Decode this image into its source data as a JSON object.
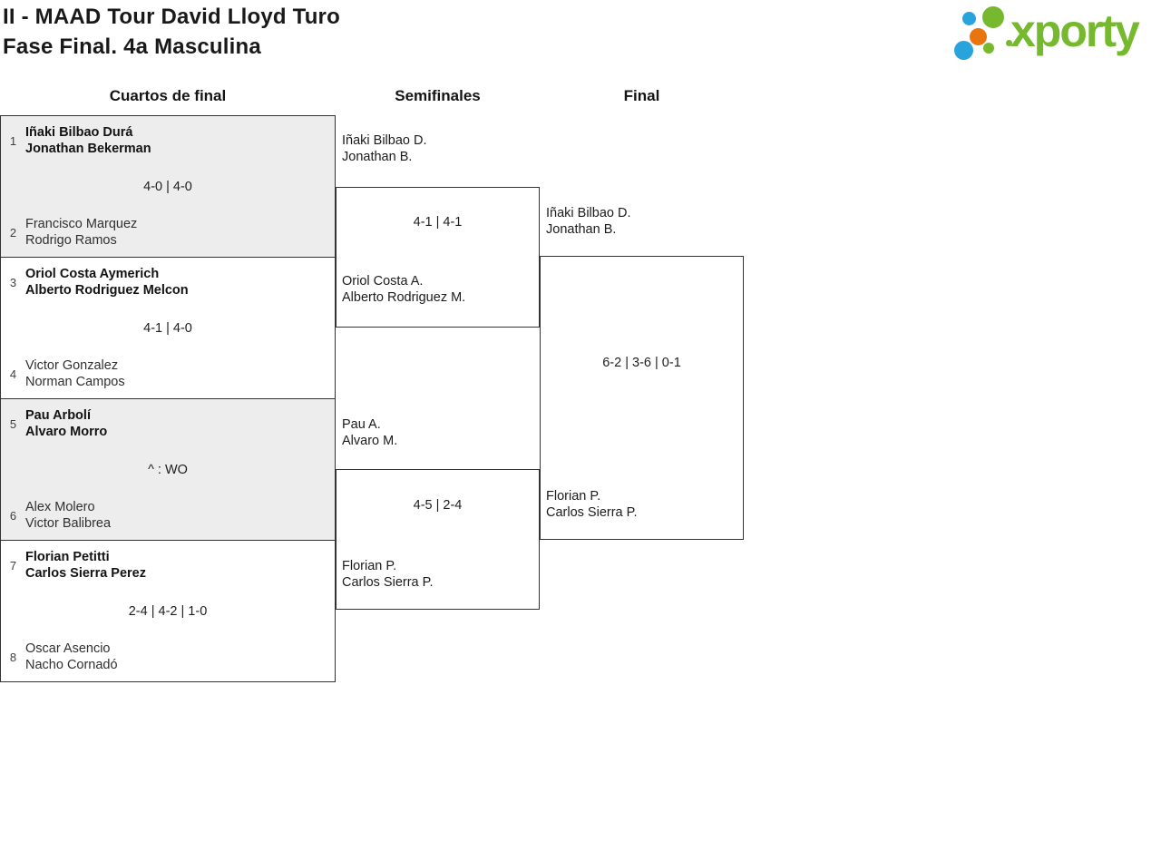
{
  "header": {
    "title_line1": "II - MAAD Tour David Lloyd Turo",
    "title_line2": "Fase Final. 4a Masculina",
    "logo_text": "xporty"
  },
  "brand_colors": {
    "green": "#76b82e",
    "blue": "#29a3dc",
    "orange": "#e8750e"
  },
  "ui_colors": {
    "box_border": "#333333",
    "shaded_box_bg": "#ededed"
  },
  "columns": {
    "quarterfinals": "Cuartos de final",
    "semifinals": "Semifinales",
    "final": "Final"
  },
  "bracket": {
    "quarterfinals": [
      {
        "seed_top": "1",
        "team_top": [
          "Iñaki Bilbao Durá",
          "Jonathan Bekerman"
        ],
        "top_winner": true,
        "score": "4-0 | 4-0",
        "seed_bottom": "2",
        "team_bottom": [
          "Francisco Marquez",
          "Rodrigo Ramos"
        ],
        "bottom_winner": false
      },
      {
        "seed_top": "3",
        "team_top": [
          "Oriol Costa Aymerich",
          "Alberto Rodriguez Melcon"
        ],
        "top_winner": true,
        "score": "4-1 | 4-0",
        "seed_bottom": "4",
        "team_bottom": [
          "Victor Gonzalez",
          "Norman Campos"
        ],
        "bottom_winner": false
      },
      {
        "seed_top": "5",
        "team_top": [
          "Pau Arbolí",
          "Alvaro Morro"
        ],
        "top_winner": true,
        "score": "^ : WO",
        "seed_bottom": "6",
        "team_bottom": [
          "Alex Molero",
          "Victor Balibrea"
        ],
        "bottom_winner": false
      },
      {
        "seed_top": "7",
        "team_top": [
          "Florian Petitti",
          "Carlos Sierra Perez"
        ],
        "top_winner": true,
        "score": "2-4 | 4-2 | 1-0",
        "seed_bottom": "8",
        "team_bottom": [
          "Oscar Asencio",
          "Nacho Cornadó"
        ],
        "bottom_winner": false
      }
    ],
    "semifinals": [
      {
        "team_top": [
          "Iñaki Bilbao D.",
          "Jonathan B."
        ],
        "top_winner": true,
        "score": "4-1 | 4-1",
        "team_bottom": [
          "Oriol Costa A.",
          "Alberto Rodriguez M."
        ],
        "bottom_winner": false
      },
      {
        "team_top": [
          "Pau A.",
          "Alvaro M."
        ],
        "top_winner": false,
        "score": "4-5 | 2-4",
        "team_bottom": [
          "Florian P.",
          "Carlos Sierra P."
        ],
        "bottom_winner": true
      }
    ],
    "final": {
      "team_top": [
        "Iñaki Bilbao D.",
        "Jonathan B."
      ],
      "top_winner": false,
      "score": "6-2 | 3-6 | 0-1",
      "team_bottom": [
        "Florian P.",
        "Carlos Sierra P."
      ],
      "bottom_winner": true
    }
  }
}
